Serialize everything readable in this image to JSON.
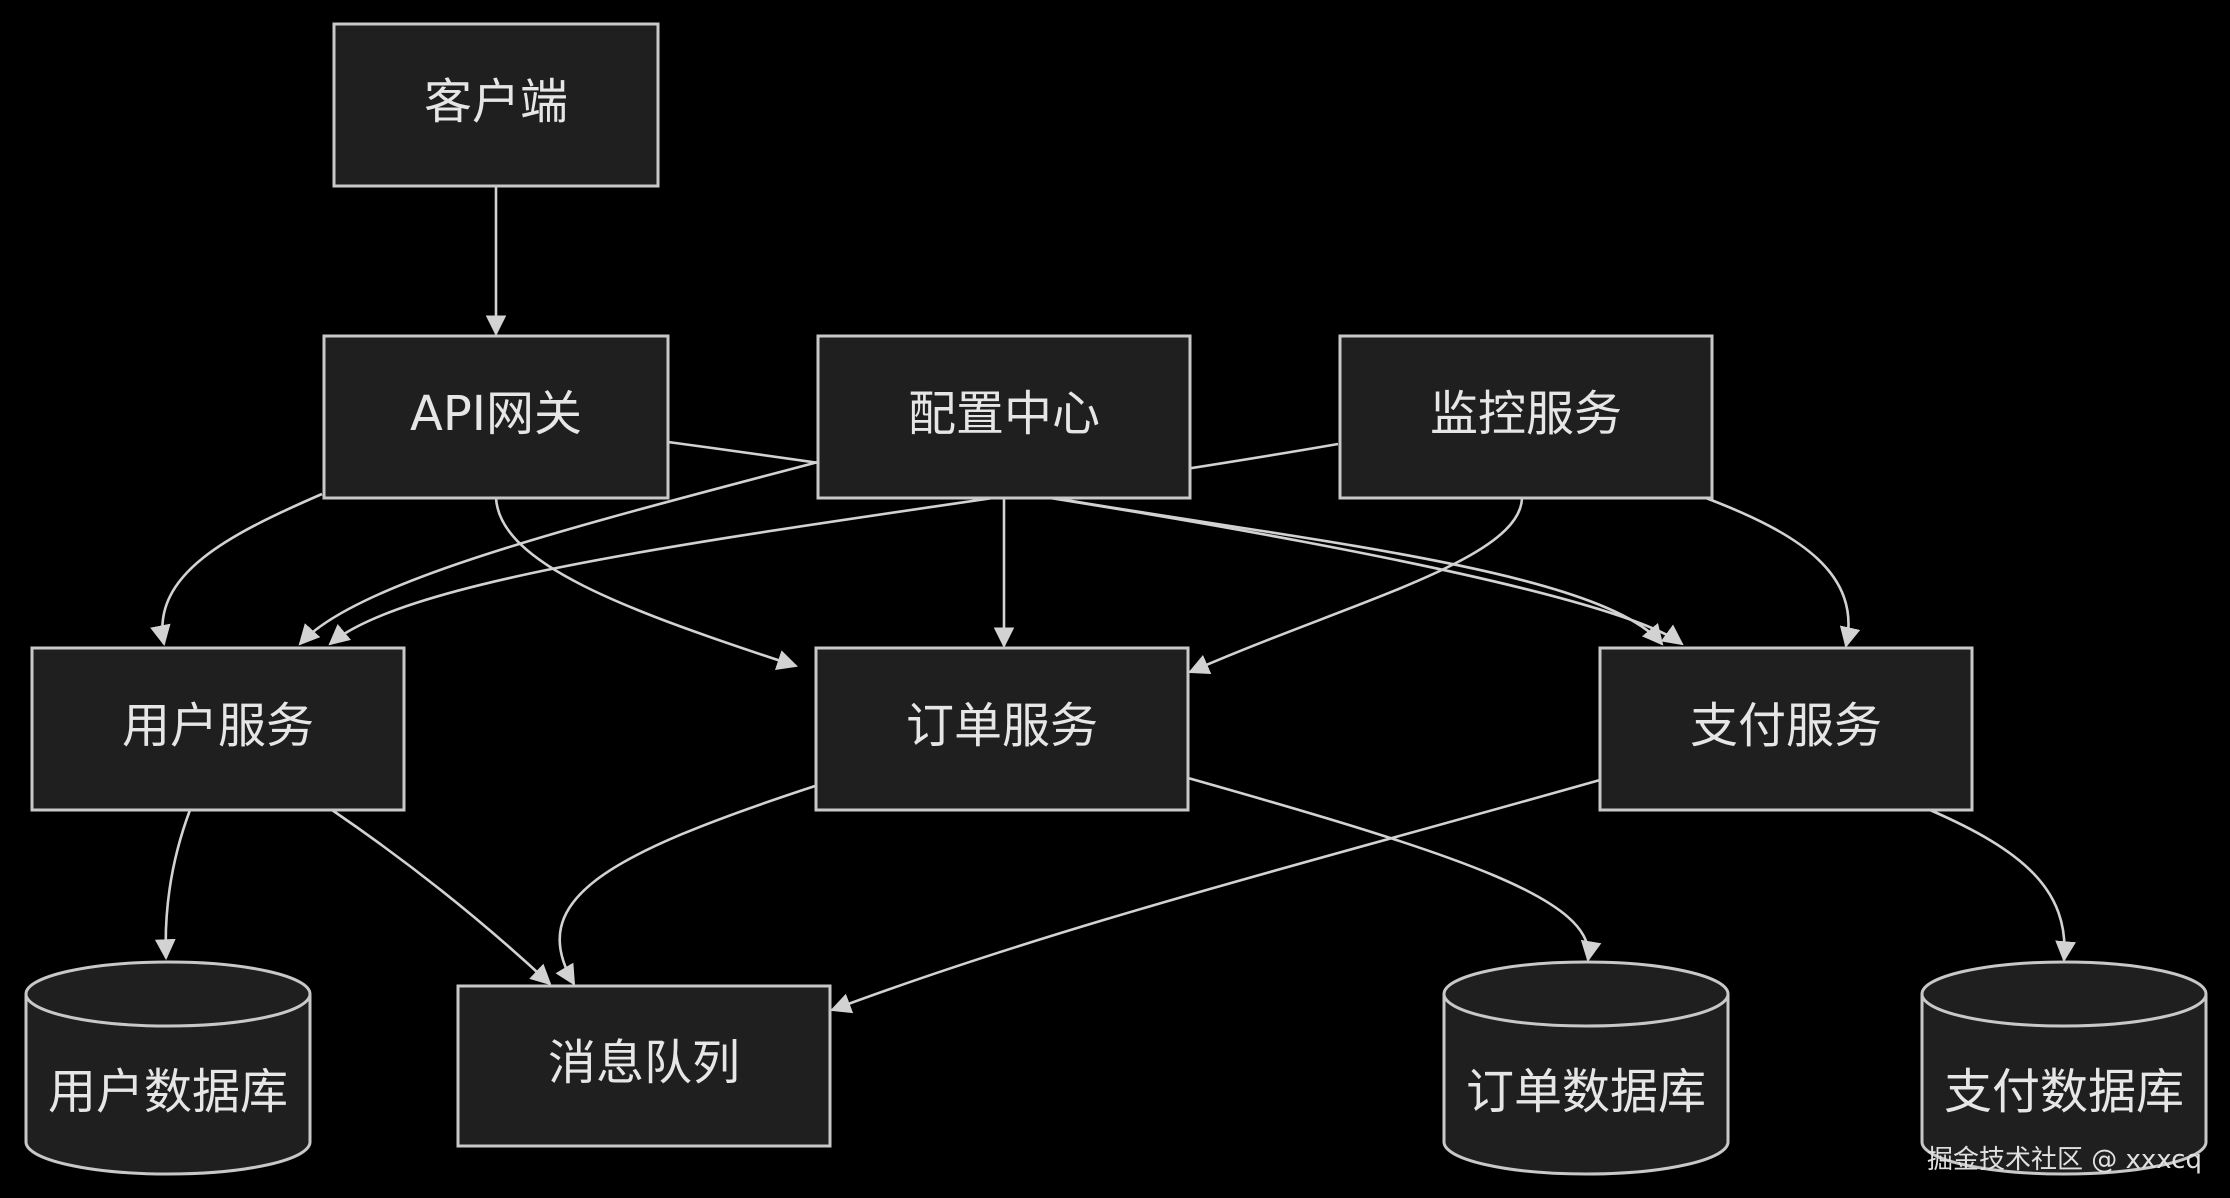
{
  "nodes": {
    "client": {
      "label": "客户端"
    },
    "api_gateway": {
      "label": "API网关"
    },
    "config_center": {
      "label": "配置中心"
    },
    "monitoring_service": {
      "label": "监控服务"
    },
    "user_service": {
      "label": "用户服务"
    },
    "order_service": {
      "label": "订单服务"
    },
    "payment_service": {
      "label": "支付服务"
    },
    "user_database": {
      "label": "用户数据库"
    },
    "message_queue": {
      "label": "消息队列"
    },
    "order_database": {
      "label": "订单数据库"
    },
    "payment_database": {
      "label": "支付数据库"
    }
  },
  "edges": [
    {
      "from": "client",
      "to": "api_gateway"
    },
    {
      "from": "api_gateway",
      "to": "user_service"
    },
    {
      "from": "api_gateway",
      "to": "order_service"
    },
    {
      "from": "api_gateway",
      "to": "payment_service"
    },
    {
      "from": "config_center",
      "to": "user_service"
    },
    {
      "from": "config_center",
      "to": "order_service"
    },
    {
      "from": "config_center",
      "to": "payment_service"
    },
    {
      "from": "monitoring_service",
      "to": "user_service"
    },
    {
      "from": "monitoring_service",
      "to": "order_service"
    },
    {
      "from": "monitoring_service",
      "to": "payment_service"
    },
    {
      "from": "user_service",
      "to": "user_database"
    },
    {
      "from": "user_service",
      "to": "message_queue"
    },
    {
      "from": "order_service",
      "to": "message_queue"
    },
    {
      "from": "order_service",
      "to": "order_database"
    },
    {
      "from": "payment_service",
      "to": "message_queue"
    },
    {
      "from": "payment_service",
      "to": "payment_database"
    }
  ],
  "watermark": "掘金技术社区 @ xxxcq"
}
